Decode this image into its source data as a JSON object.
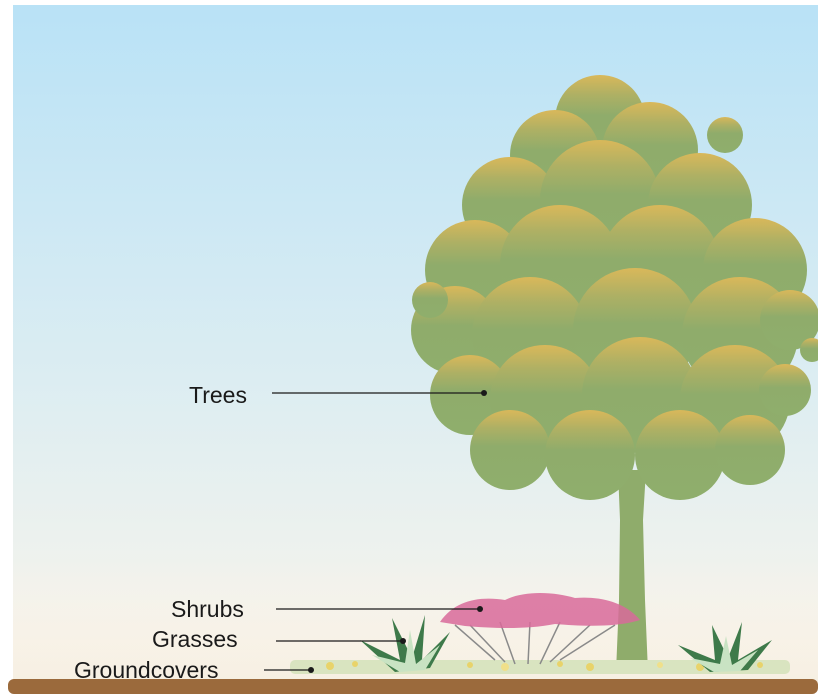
{
  "labels": {
    "trees": "Trees",
    "shrubs": "Shrubs",
    "grasses": "Grasses",
    "groundcovers": "Groundcovers"
  },
  "colors": {
    "sky_top": "#b9e2f6",
    "sky_bottom": "#fbf5ea",
    "tree_crown_top": "#d9b85a",
    "tree_crown": "#8fac6b",
    "tree_trunk": "#8fac6b",
    "shrub": "#d86a9a",
    "grass_dark": "#3e7a4a",
    "grass_light": "#c9e3c3",
    "groundcover": "#e8d36a",
    "soil": "#9b6a3c",
    "leader_line": "#1a1a1a"
  }
}
